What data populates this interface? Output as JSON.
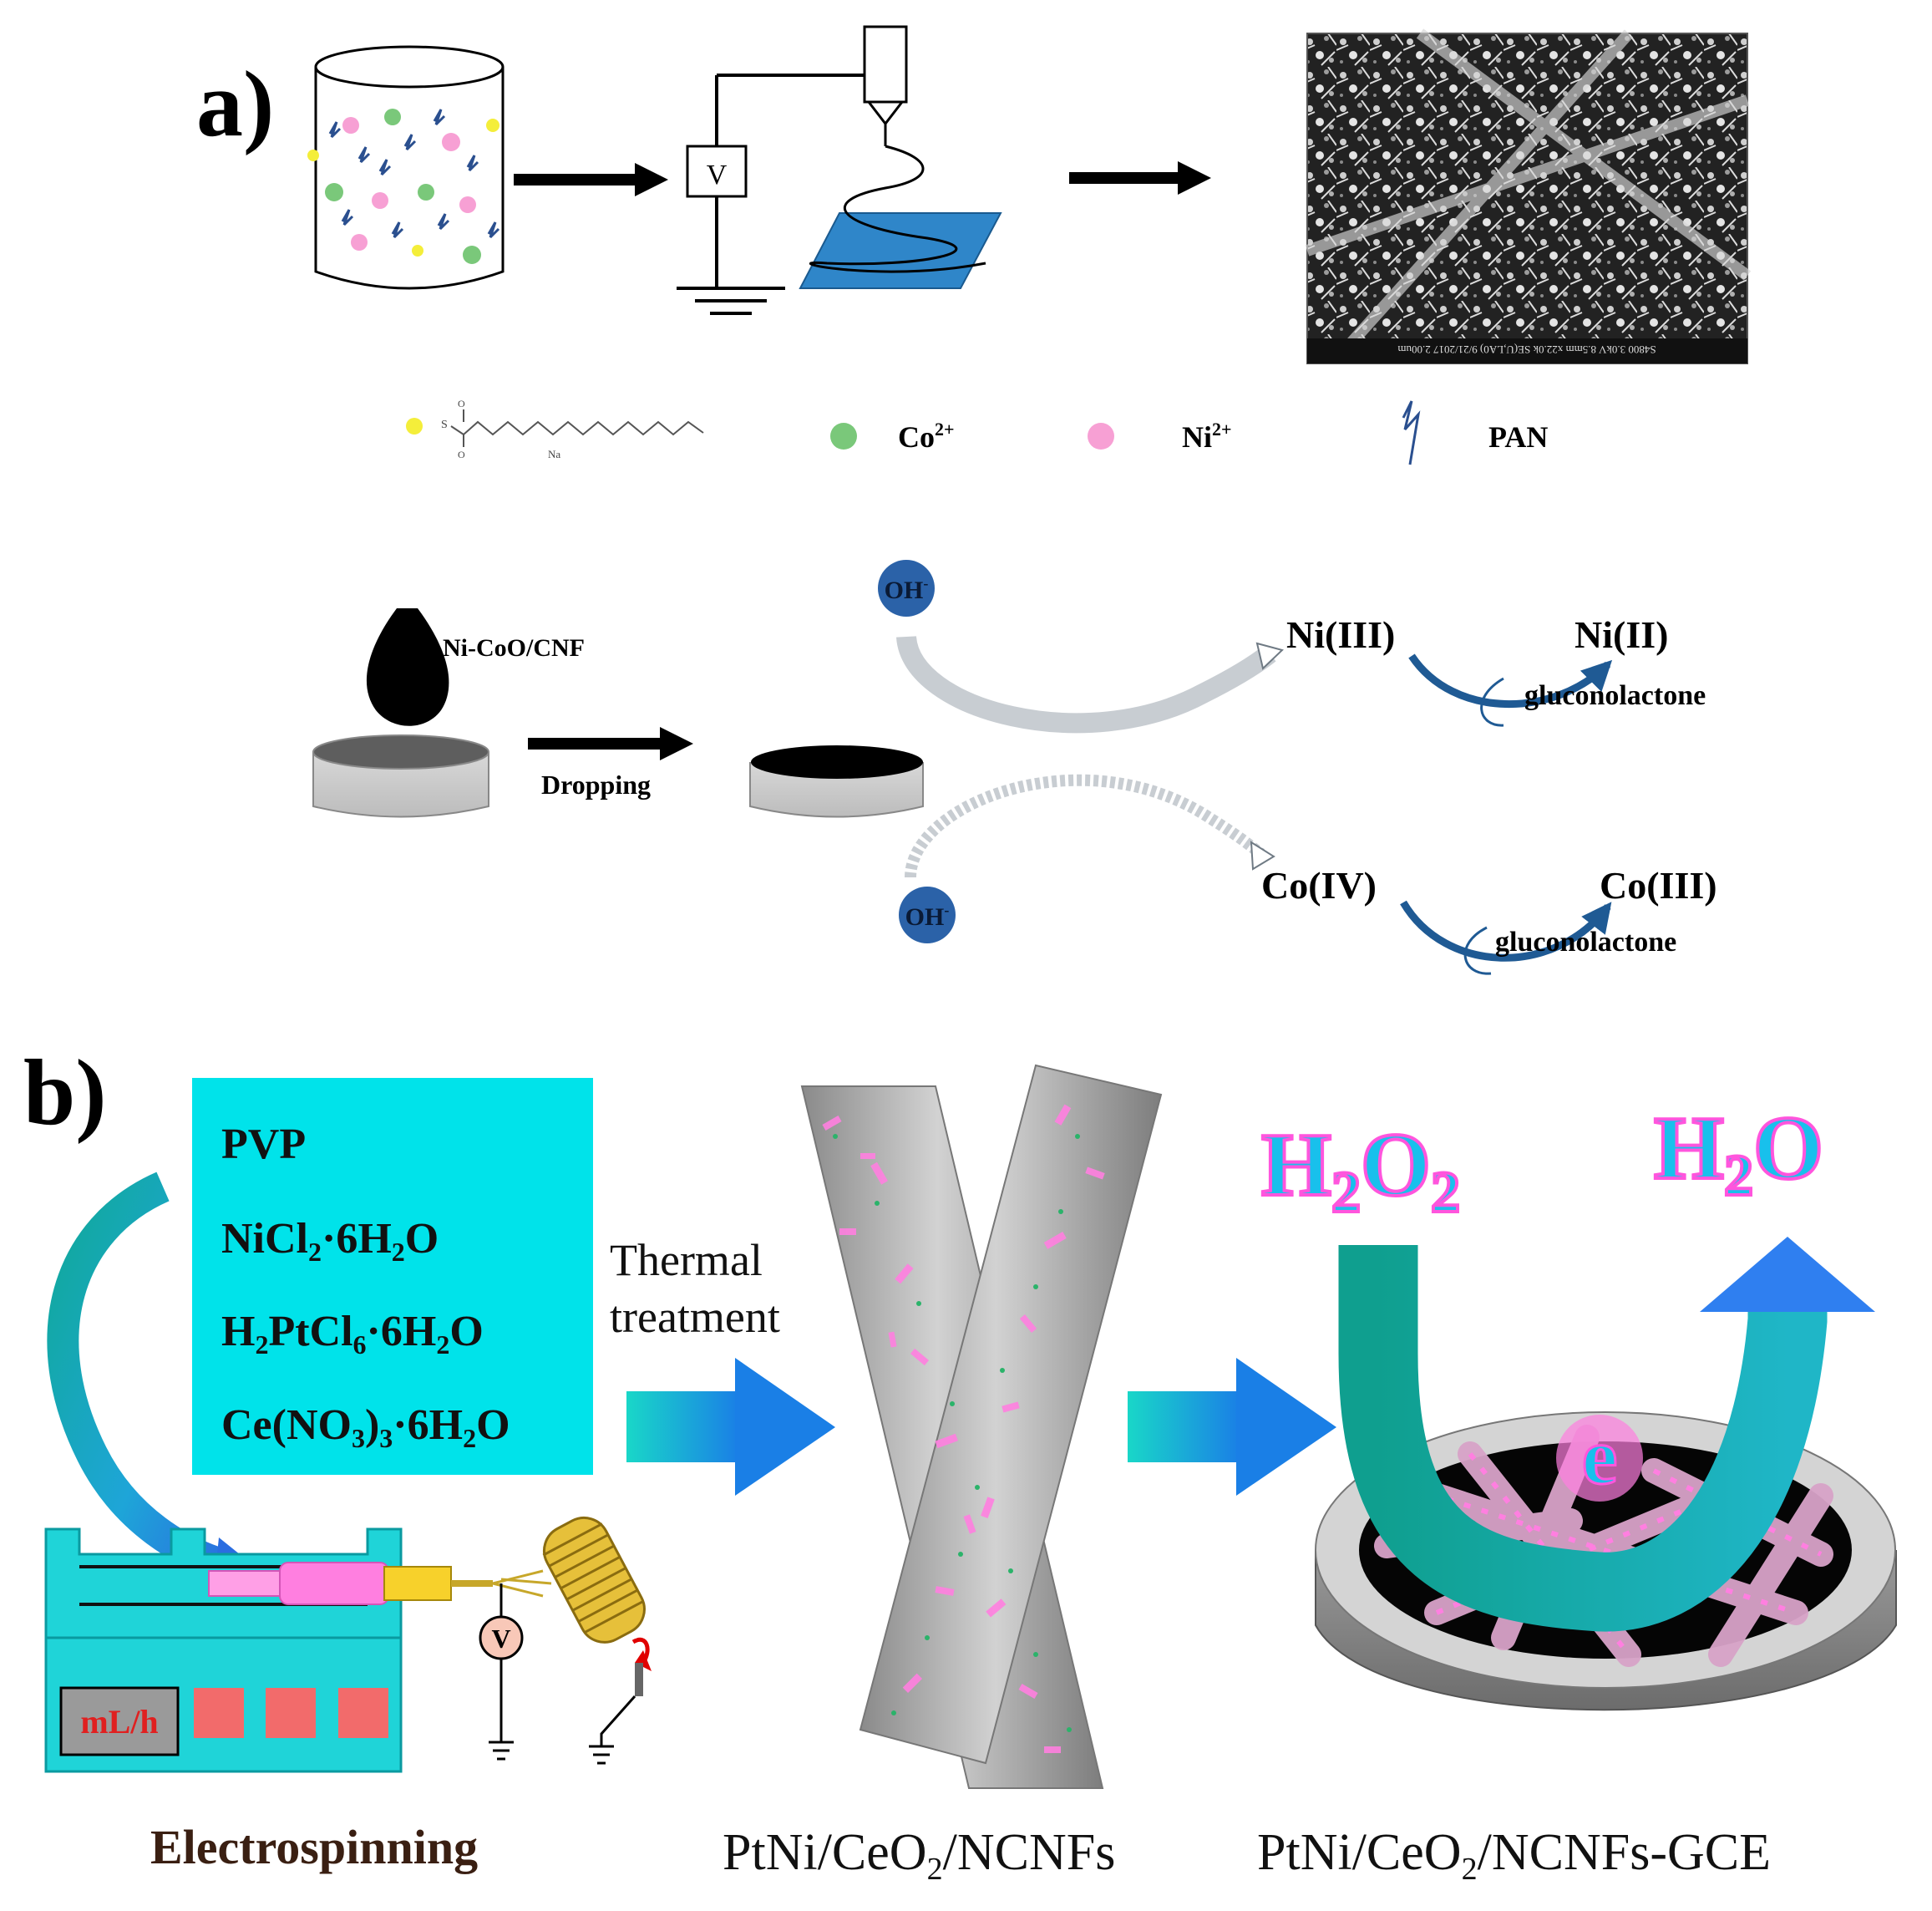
{
  "panel_a": {
    "label": "a)",
    "legend": {
      "na": "Na",
      "sulfonate_o": "O",
      "co": "Co",
      "co_charge": "2+",
      "ni": "Ni",
      "ni_charge": "2+",
      "pan": "PAN"
    },
    "voltmeter": "V",
    "sem_caption": "S4800 3.0kV 8.5mm x22.0k SE(U,LA0) 9/21/2017 2.00um",
    "electrode_drop_label": "Ni-CoO/CNF",
    "dropping_label": "Dropping",
    "oh": "OH",
    "oh_charge": "-",
    "ni_iii": "Ni(III)",
    "ni_ii": "Ni(II)",
    "co_iv": "Co(IV)",
    "co_iii": "Co(III)",
    "gluconolactone": "gluconolactone",
    "colors": {
      "arrow_dark": "#1f5a94",
      "oh_circle": "#2b62a8",
      "sds_dot": "#f4ee3a",
      "co_dot": "#7ac87a",
      "ni_dot": "#f7a0d4",
      "substrate": "#2f86c9"
    }
  },
  "panel_b": {
    "label": "b)",
    "precursors": {
      "pvp": "PVP",
      "nicl_a": "NiCl",
      "nicl_sub": "2",
      "nicl_b": "·6H",
      "nicl_sub2": "2",
      "nicl_c": "O",
      "pt_a": "H",
      "pt_sub1": "2",
      "pt_b": "PtCl",
      "pt_sub2": "6",
      "pt_c": "·6H",
      "pt_sub3": "2",
      "pt_d": "O",
      "ce_a": "Ce(NO",
      "ce_sub1": "3",
      "ce_b": ")",
      "ce_sub2": "3",
      "ce_c": "·6H",
      "ce_sub3": "2",
      "ce_d": "O"
    },
    "thermal_line1": "Thermal",
    "thermal_line2": "treatment",
    "pump_display": "mL/h",
    "voltmeter": "V",
    "h2o2_a": "H",
    "h2o2_s1": "2",
    "h2o2_b": "O",
    "h2o2_s2": "2",
    "h2o_a": "H",
    "h2o_s1": "2",
    "h2o_b": "O",
    "electron": "e",
    "caption_left": "Electrospinning",
    "caption_mid_a": "PtNi/CeO",
    "caption_mid_sub": "2",
    "caption_mid_b": "/NCNFs",
    "caption_right_a": "PtNi/CeO",
    "caption_right_sub": "2",
    "caption_right_b": "/NCNFs-GCE",
    "colors": {
      "cyan_box": "#00e3ea",
      "pump": "#1fd4d8",
      "pink": "#ff7fe0",
      "red_pad": "#f26b6b",
      "gradient_start": "#19d7c8",
      "gradient_end": "#1a7fe6"
    }
  }
}
